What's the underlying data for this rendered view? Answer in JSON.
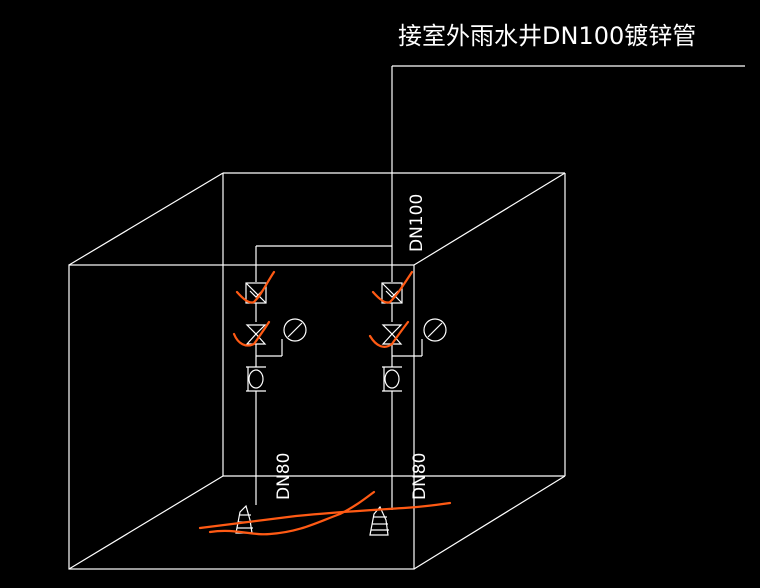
{
  "drawing": {
    "outlet_note": "接室外雨水井DN100镀锌管",
    "riser_size": "DN100",
    "left_pipe_size": "DN80",
    "right_pipe_size": "DN80"
  },
  "colors": {
    "background": "#000000",
    "linework": "#ffffff",
    "markup": "#ff5a14"
  }
}
